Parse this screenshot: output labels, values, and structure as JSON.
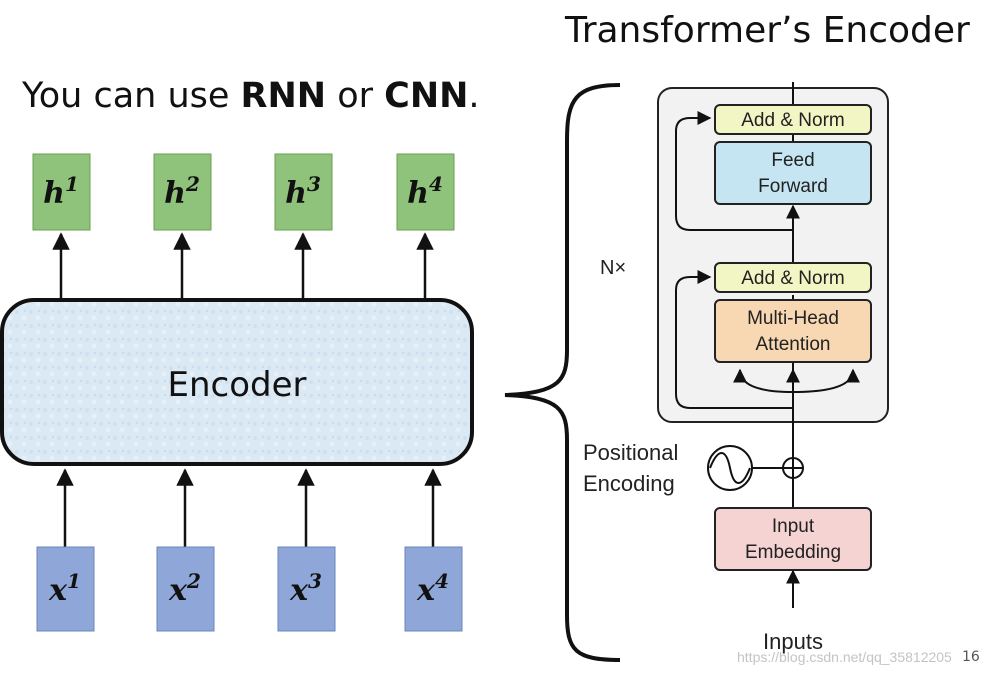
{
  "title_right": "Transformer’s Encoder",
  "subtitle": {
    "pre": "You can use ",
    "rnn": "RNN",
    "mid": " or ",
    "cnn": "CNN",
    "post": "."
  },
  "encoder_label": "Encoder",
  "outputs": [
    {
      "base": "h",
      "sup": "1"
    },
    {
      "base": "h",
      "sup": "2"
    },
    {
      "base": "h",
      "sup": "3"
    },
    {
      "base": "h",
      "sup": "4"
    }
  ],
  "inputs": [
    {
      "base": "x",
      "sup": "1"
    },
    {
      "base": "x",
      "sup": "2"
    },
    {
      "base": "x",
      "sup": "3"
    },
    {
      "base": "x",
      "sup": "4"
    }
  ],
  "transformer": {
    "nx": "N×",
    "add_norm_top": "Add & Norm",
    "feed_forward": [
      "Feed",
      "Forward"
    ],
    "add_norm_bottom": "Add & Norm",
    "multi_head": [
      "Multi-Head",
      "Attention"
    ],
    "positional_encoding": [
      "Positional",
      "Encoding"
    ],
    "input_embedding": [
      "Input",
      "Embedding"
    ],
    "inputs_label": "Inputs"
  },
  "colors": {
    "output_box": "#8fc27a",
    "input_box": "#8ea6d8",
    "encoder_fill": "#dceaf4",
    "add_norm": "#f2f5c4",
    "feed_forward": "#c5e5f3",
    "multi_head": "#f8d7b3",
    "input_embedding": "#f5d3d3",
    "stack_bg": "#f2f2f2"
  },
  "page_number": "16",
  "watermark": "https://blog.csdn.net/qq_35812205"
}
